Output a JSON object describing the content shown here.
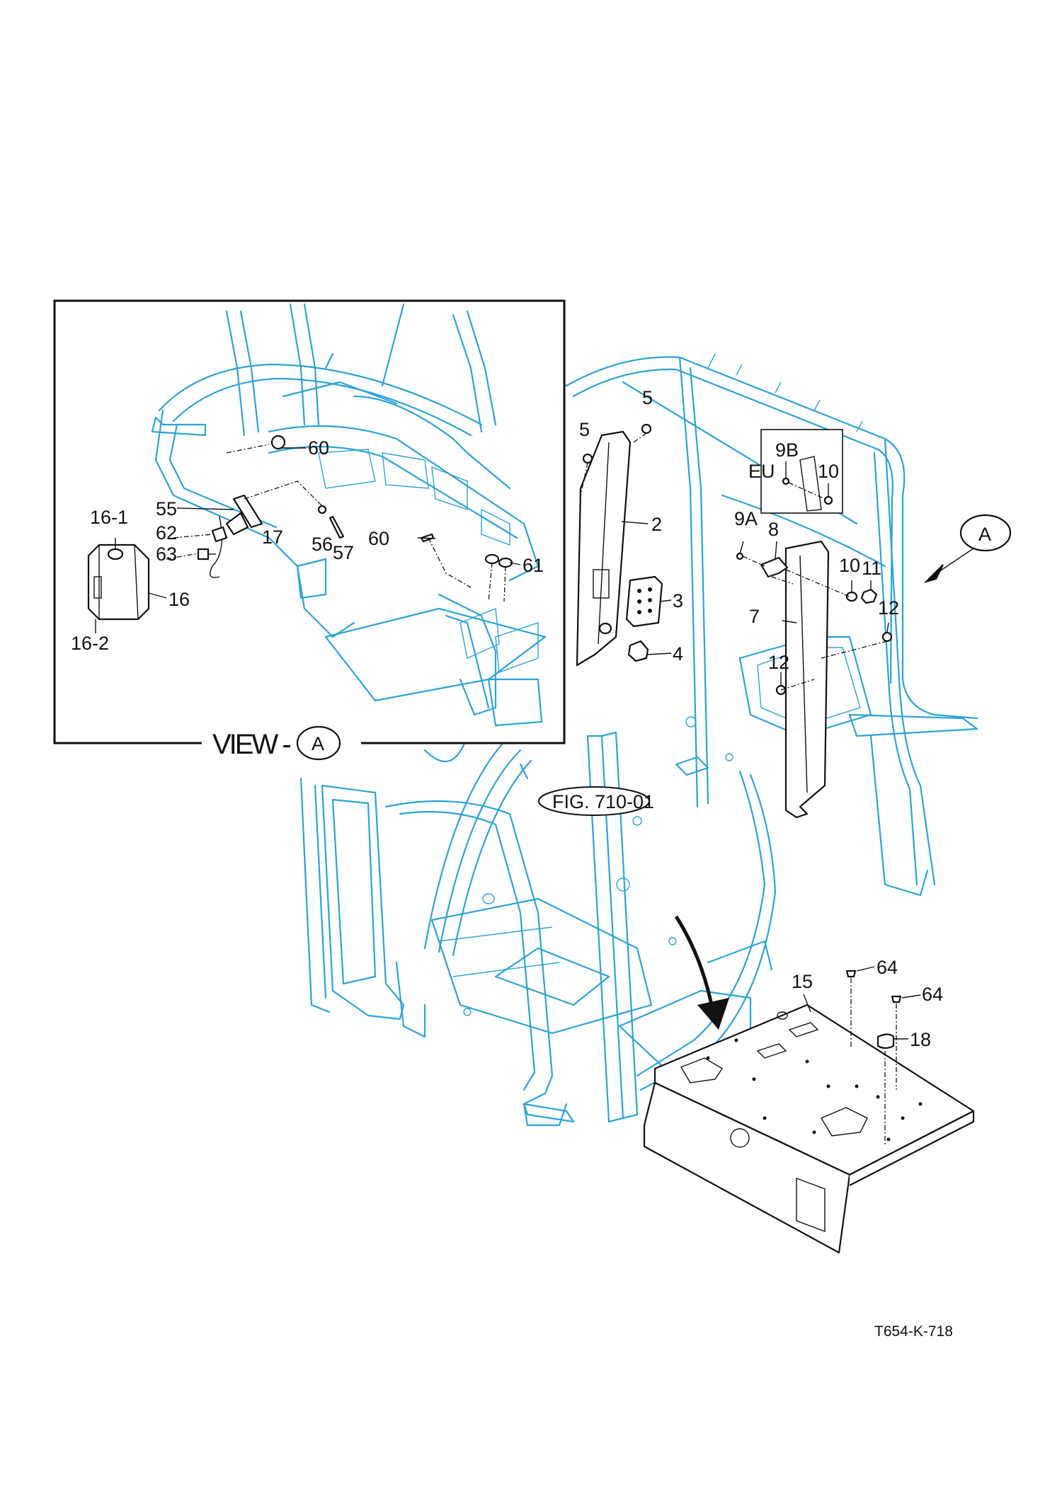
{
  "view": {
    "prefix": "VIEW -",
    "marker": "A"
  },
  "callout_marker": "A",
  "figure_ref": "FIG. 710-01",
  "variant_box": {
    "label": "EU",
    "parts": [
      "9B",
      "10"
    ]
  },
  "drawing_number": "T654-K-718",
  "labels": {
    "p2": "2",
    "p3": "3",
    "p4": "4",
    "p5a": "5",
    "p5b": "5",
    "p7": "7",
    "p8": "8",
    "p9a": "9A",
    "p10a": "10",
    "p11": "11",
    "p12a": "12",
    "p12b": "12",
    "p15": "15",
    "p16": "16",
    "p16_1": "16-1",
    "p16_2": "16-2",
    "p17": "17",
    "p18": "18",
    "p55": "55",
    "p56": "56",
    "p57": "57",
    "p60a": "60",
    "p60b": "60",
    "p61": "61",
    "p62": "62",
    "p63": "63",
    "p64a": "64",
    "p64b": "64"
  }
}
